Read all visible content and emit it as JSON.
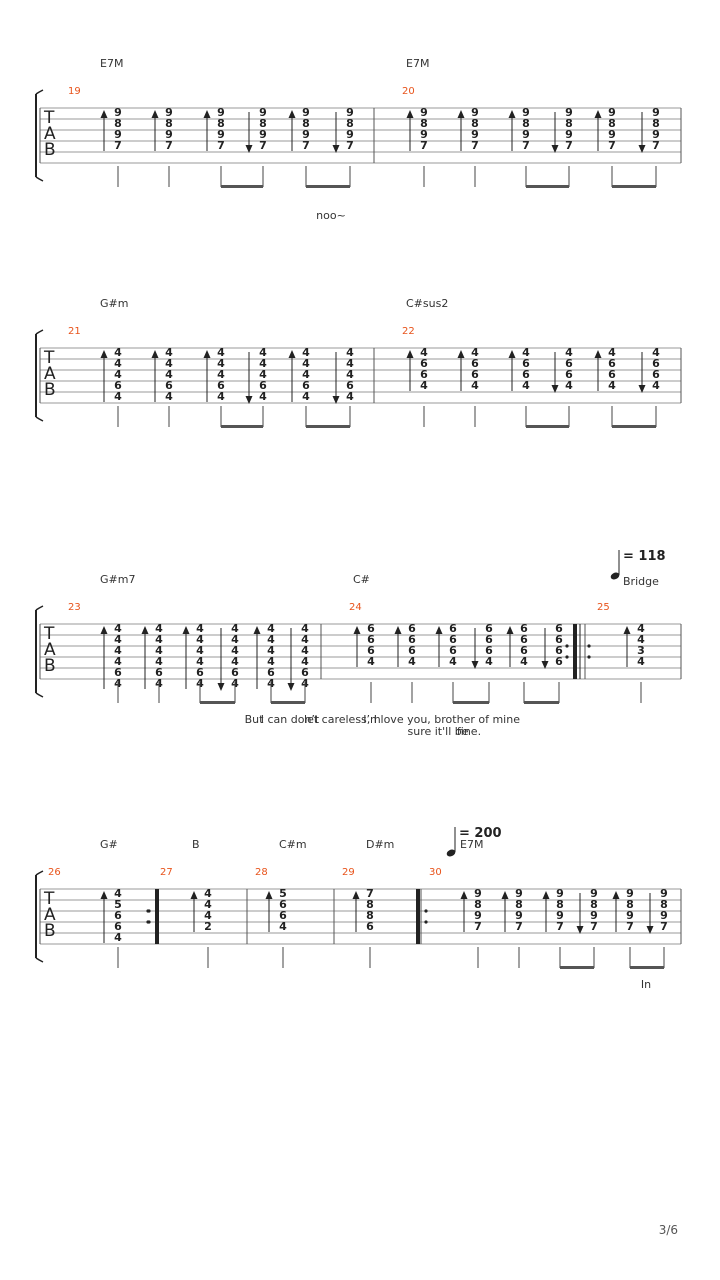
{
  "page": {
    "number": "3/6"
  },
  "tab_label": [
    "T",
    "A",
    "B"
  ],
  "tempo_prefix": "=",
  "systems": [
    {
      "measures": [
        {
          "number": "19",
          "chord": "E7M",
          "beats": [
            {
              "frets": [
                "9",
                "8",
                "9",
                "7"
              ],
              "dir": "up"
            },
            {
              "frets": [
                "9",
                "8",
                "9",
                "7"
              ],
              "dir": "up"
            },
            {
              "frets": [
                "9",
                "8",
                "9",
                "7"
              ],
              "dir": "up",
              "beam": "start"
            },
            {
              "frets": [
                "9",
                "8",
                "9",
                "7"
              ],
              "dir": "down",
              "beam": "end"
            },
            {
              "frets": [
                "9",
                "8",
                "9",
                "7"
              ],
              "dir": "up",
              "beam": "start"
            },
            {
              "frets": [
                "9",
                "8",
                "9",
                "7"
              ],
              "dir": "down",
              "beam": "end"
            }
          ]
        },
        {
          "number": "20",
          "chord": "E7M",
          "beats": [
            {
              "frets": [
                "9",
                "8",
                "9",
                "7"
              ],
              "dir": "up"
            },
            {
              "frets": [
                "9",
                "8",
                "9",
                "7"
              ],
              "dir": "up"
            },
            {
              "frets": [
                "9",
                "8",
                "9",
                "7"
              ],
              "dir": "up",
              "beam": "start"
            },
            {
              "frets": [
                "9",
                "8",
                "9",
                "7"
              ],
              "dir": "down",
              "beam": "end"
            },
            {
              "frets": [
                "9",
                "8",
                "9",
                "7"
              ],
              "dir": "up",
              "beam": "start"
            },
            {
              "frets": [
                "9",
                "8",
                "9",
                "7"
              ],
              "dir": "down",
              "beam": "end"
            }
          ]
        }
      ],
      "lyrics": [
        {
          "text": "noo~"
        }
      ]
    },
    {
      "measures": [
        {
          "number": "21",
          "chord": "G#m",
          "beats": [
            {
              "frets": [
                "4",
                "4",
                "4",
                "6",
                "4"
              ],
              "dir": "up"
            },
            {
              "frets": [
                "4",
                "4",
                "4",
                "6",
                "4"
              ],
              "dir": "up"
            },
            {
              "frets": [
                "4",
                "4",
                "4",
                "6",
                "4"
              ],
              "dir": "up",
              "beam": "start"
            },
            {
              "frets": [
                "4",
                "4",
                "4",
                "6",
                "4"
              ],
              "dir": "down",
              "beam": "end"
            },
            {
              "frets": [
                "4",
                "4",
                "4",
                "6",
                "4"
              ],
              "dir": "up",
              "beam": "start"
            },
            {
              "frets": [
                "4",
                "4",
                "4",
                "6",
                "4"
              ],
              "dir": "down",
              "beam": "end"
            }
          ]
        },
        {
          "number": "22",
          "chord": "C#sus2",
          "beats": [
            {
              "frets": [
                "4",
                "6",
                "6",
                "4"
              ],
              "dir": "up"
            },
            {
              "frets": [
                "4",
                "6",
                "6",
                "4"
              ],
              "dir": "up"
            },
            {
              "frets": [
                "4",
                "6",
                "6",
                "4"
              ],
              "dir": "up",
              "beam": "start"
            },
            {
              "frets": [
                "4",
                "6",
                "6",
                "4"
              ],
              "dir": "down",
              "beam": "end"
            },
            {
              "frets": [
                "4",
                "6",
                "6",
                "4"
              ],
              "dir": "up",
              "beam": "start"
            },
            {
              "frets": [
                "4",
                "6",
                "6",
                "4"
              ],
              "dir": "down",
              "beam": "end"
            }
          ]
        }
      ],
      "lyrics": []
    },
    {
      "measures": [
        {
          "number": "23",
          "chord": "G#m7",
          "beats": [
            {
              "frets": [
                "4",
                "4",
                "4",
                "4",
                "6",
                "4"
              ],
              "dir": "up"
            },
            {
              "frets": [
                "4",
                "4",
                "4",
                "4",
                "6",
                "4"
              ],
              "dir": "up"
            },
            {
              "frets": [
                "4",
                "4",
                "4",
                "4",
                "6",
                "4"
              ],
              "dir": "up",
              "beam": "start"
            },
            {
              "frets": [
                "4",
                "4",
                "4",
                "4",
                "6",
                "4"
              ],
              "dir": "down",
              "beam": "end"
            },
            {
              "frets": [
                "4",
                "4",
                "4",
                "4",
                "6",
                "4"
              ],
              "dir": "up",
              "beam": "start"
            },
            {
              "frets": [
                "4",
                "4",
                "4",
                "4",
                "6",
                "4"
              ],
              "dir": "down",
              "beam": "end"
            }
          ]
        },
        {
          "number": "24",
          "chord": "C#",
          "beats": [
            {
              "frets": [
                "6",
                "6",
                "6",
                "4"
              ],
              "dir": "up"
            },
            {
              "frets": [
                "6",
                "6",
                "6",
                "4"
              ],
              "dir": "up"
            },
            {
              "frets": [
                "6",
                "6",
                "6",
                "4"
              ],
              "dir": "up",
              "beam": "start"
            },
            {
              "frets": [
                "6",
                "6",
                "6",
                "4"
              ],
              "dir": "down",
              "beam": "end"
            },
            {
              "frets": [
                "6",
                "6",
                "6",
                "4"
              ],
              "dir": "up",
              "beam": "start"
            },
            {
              "frets": [
                "6",
                "6",
                "6",
                "6"
              ],
              "dir": "down",
              "beam": "end"
            }
          ]
        },
        {
          "number": "25",
          "chord": "",
          "tempo": "118",
          "section": "Bridge",
          "beats": [
            {
              "frets": [
                "4",
                "4",
                "3",
                "4"
              ],
              "dir": "up"
            }
          ]
        }
      ],
      "lyrics": [
        {
          "text": "But"
        },
        {
          "text": "I can donʼt"
        },
        {
          "text": "let careless, I love you, brother of mine"
        },
        {
          "text": "Iʼm"
        },
        {
          "text": "sure it'll be"
        },
        {
          "text": "fine."
        }
      ]
    },
    {
      "measures": [
        {
          "number": "26",
          "chord": "G#",
          "beats": [
            {
              "frets": [
                "4",
                "5",
                "6",
                "6",
                "4"
              ],
              "dir": "up"
            }
          ]
        },
        {
          "number": "27",
          "chord": "B",
          "beats": [
            {
              "frets": [
                "4",
                "4",
                "4",
                "2"
              ],
              "dir": "up"
            }
          ]
        },
        {
          "number": "28",
          "chord": "C#m",
          "beats": [
            {
              "frets": [
                "5",
                "6",
                "6",
                "4"
              ],
              "dir": "up"
            }
          ]
        },
        {
          "number": "29",
          "chord": "D#m",
          "beats": [
            {
              "frets": [
                "7",
                "8",
                "8",
                "6"
              ],
              "dir": "up"
            }
          ]
        },
        {
          "number": "30",
          "chord": "E7M",
          "tempo": "200",
          "beats": [
            {
              "frets": [
                "9",
                "8",
                "9",
                "7"
              ],
              "dir": "up"
            },
            {
              "frets": [
                "9",
                "8",
                "9",
                "7"
              ],
              "dir": "up"
            },
            {
              "frets": [
                "9",
                "8",
                "9",
                "7"
              ],
              "dir": "up",
              "beam": "start"
            },
            {
              "frets": [
                "9",
                "8",
                "9",
                "7"
              ],
              "dir": "down",
              "beam": "end"
            },
            {
              "frets": [
                "9",
                "8",
                "9",
                "7"
              ],
              "dir": "up",
              "beam": "start"
            },
            {
              "frets": [
                "9",
                "8",
                "9",
                "7"
              ],
              "dir": "down",
              "beam": "end"
            }
          ]
        }
      ],
      "lyrics": [
        {
          "text": "In"
        }
      ]
    }
  ]
}
